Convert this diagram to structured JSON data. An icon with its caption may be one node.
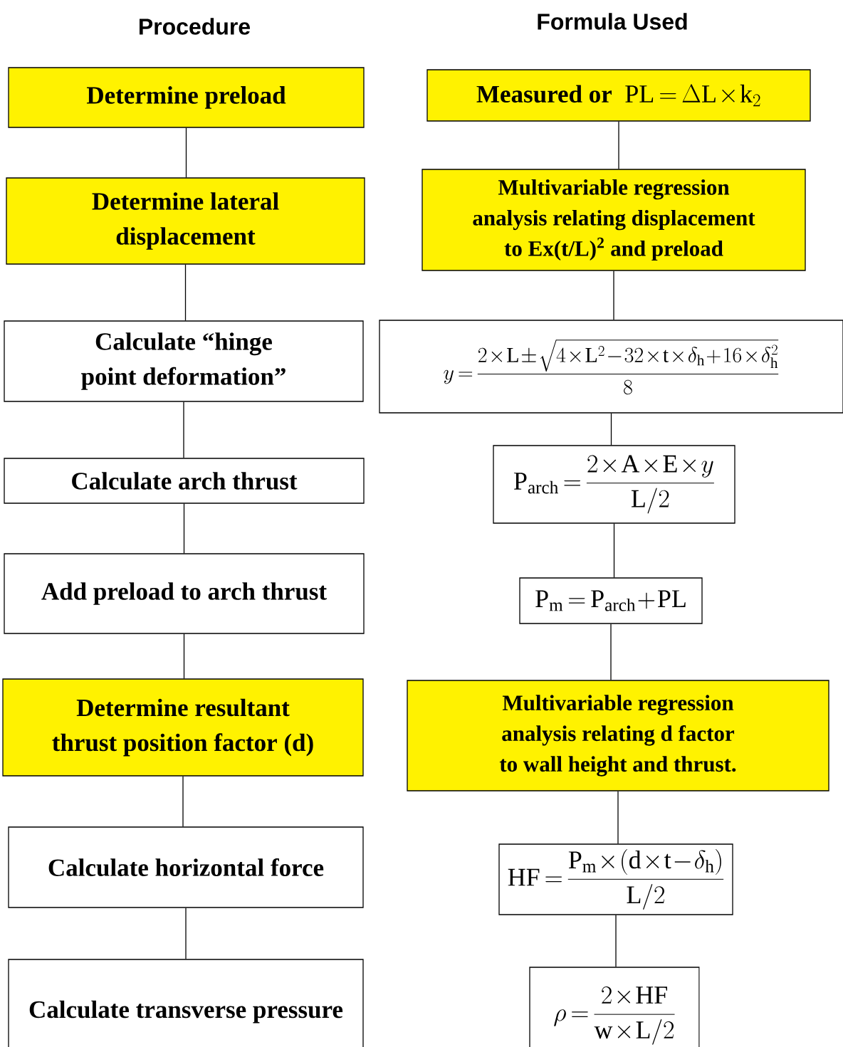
{
  "diagram": {
    "nodes": [
      {
        "text": [
          "Determine preload"
        ]
      },
      {
        "text": [
          "Determine lateral displacement"
        ]
      },
      {
        "text": [
          "Calculate “hinge point deformation”"
        ]
      },
      {
        "text": [
          "Calculate arch thrust"
        ]
      },
      {
        "text": [
          "Add preload to arch thrust"
        ]
      },
      {
        "text": [
          "Determine resultant thrust position factor (d)"
        ]
      },
      {
        "text": [
          "Calculate horizontal force"
        ]
      },
      {
        "text": [
          "Calculate transverse pressure"
        ]
      },
      {
        "text": [
          "Measured or",
          "\\mathrm{PL} = \\Delta \\mathrm{L} \\times \\mathrm{k}_{2}"
        ]
      },
      {
        "text": [
          "Multivariable regression analysis relating displacement to Ex(t/L)$^{2}$ and preload"
        ]
      },
      {
        "text": [
          "y = \\dfrac{2\\times \\mathrm{L} \\pm \\sqrt{4\\times \\mathrm{L}^{2} - 32\\times \\mathrm{t}\\times \\delta_{\\mathrm{h}} + 16\\times \\delta_{\\mathrm{h}}^{2}}}{8}"
        ]
      },
      {
        "text": [
          "\\mathrm{P}_{\\mathrm{arch}} = \\dfrac{2\\times \\mathrm{A}\\times \\mathrm{E}\\times y}{\\mathrm{L}/2}"
        ]
      },
      {
        "text": [
          "\\mathrm{P}_{\\mathrm{m}} = \\mathrm{P}_{\\mathrm{arch}} + \\mathrm{PL}"
        ]
      },
      {
        "text": [
          "Multivariable regression analysis relating d factor to wall height and thrust."
        ]
      },
      {
        "text": [
          "\\mathrm{HF} = \\dfrac{\\mathrm{P}_{\\mathrm{m}}\\times (\\mathrm{d}\\times \\mathrm{t} - \\delta_{\\mathrm{h}})}{\\mathrm{L}/2}"
        ]
      },
      {
        "text": [
          "\\rho = \\dfrac{2\\times \\mathrm{HF}}{\\mathrm{w}\\times \\mathrm{L}/2}"
        ]
      }
    ],
    "edges": [
      {
        "from": 0,
        "to": 1,
        "arrow": "none"
      },
      {
        "from": 1,
        "to": 2,
        "arrow": "none"
      },
      {
        "from": 2,
        "to": 3,
        "arrow": "none"
      },
      {
        "from": 3,
        "to": 4,
        "arrow": "none"
      },
      {
        "from": 4,
        "to": 5,
        "arrow": "none"
      },
      {
        "from": 5,
        "to": 6,
        "arrow": "none"
      },
      {
        "from": 6,
        "to": 7,
        "arrow": "none"
      },
      {
        "from": 8,
        "to": 9,
        "arrow": "none"
      },
      {
        "from": 9,
        "to": 10,
        "arrow": "none"
      },
      {
        "from": 10,
        "to": 11,
        "arrow": "none"
      },
      {
        "from": 11,
        "to": 12,
        "arrow": "none"
      },
      {
        "from": 12,
        "to": 13,
        "arrow": "none"
      },
      {
        "from": 13,
        "to": 14,
        "arrow": "none"
      },
      {
        "from": 14,
        "to": 15,
        "arrow": "none"
      }
    ],
    "labels": [
      "Procedure",
      "Formula Used"
    ]
  }
}
